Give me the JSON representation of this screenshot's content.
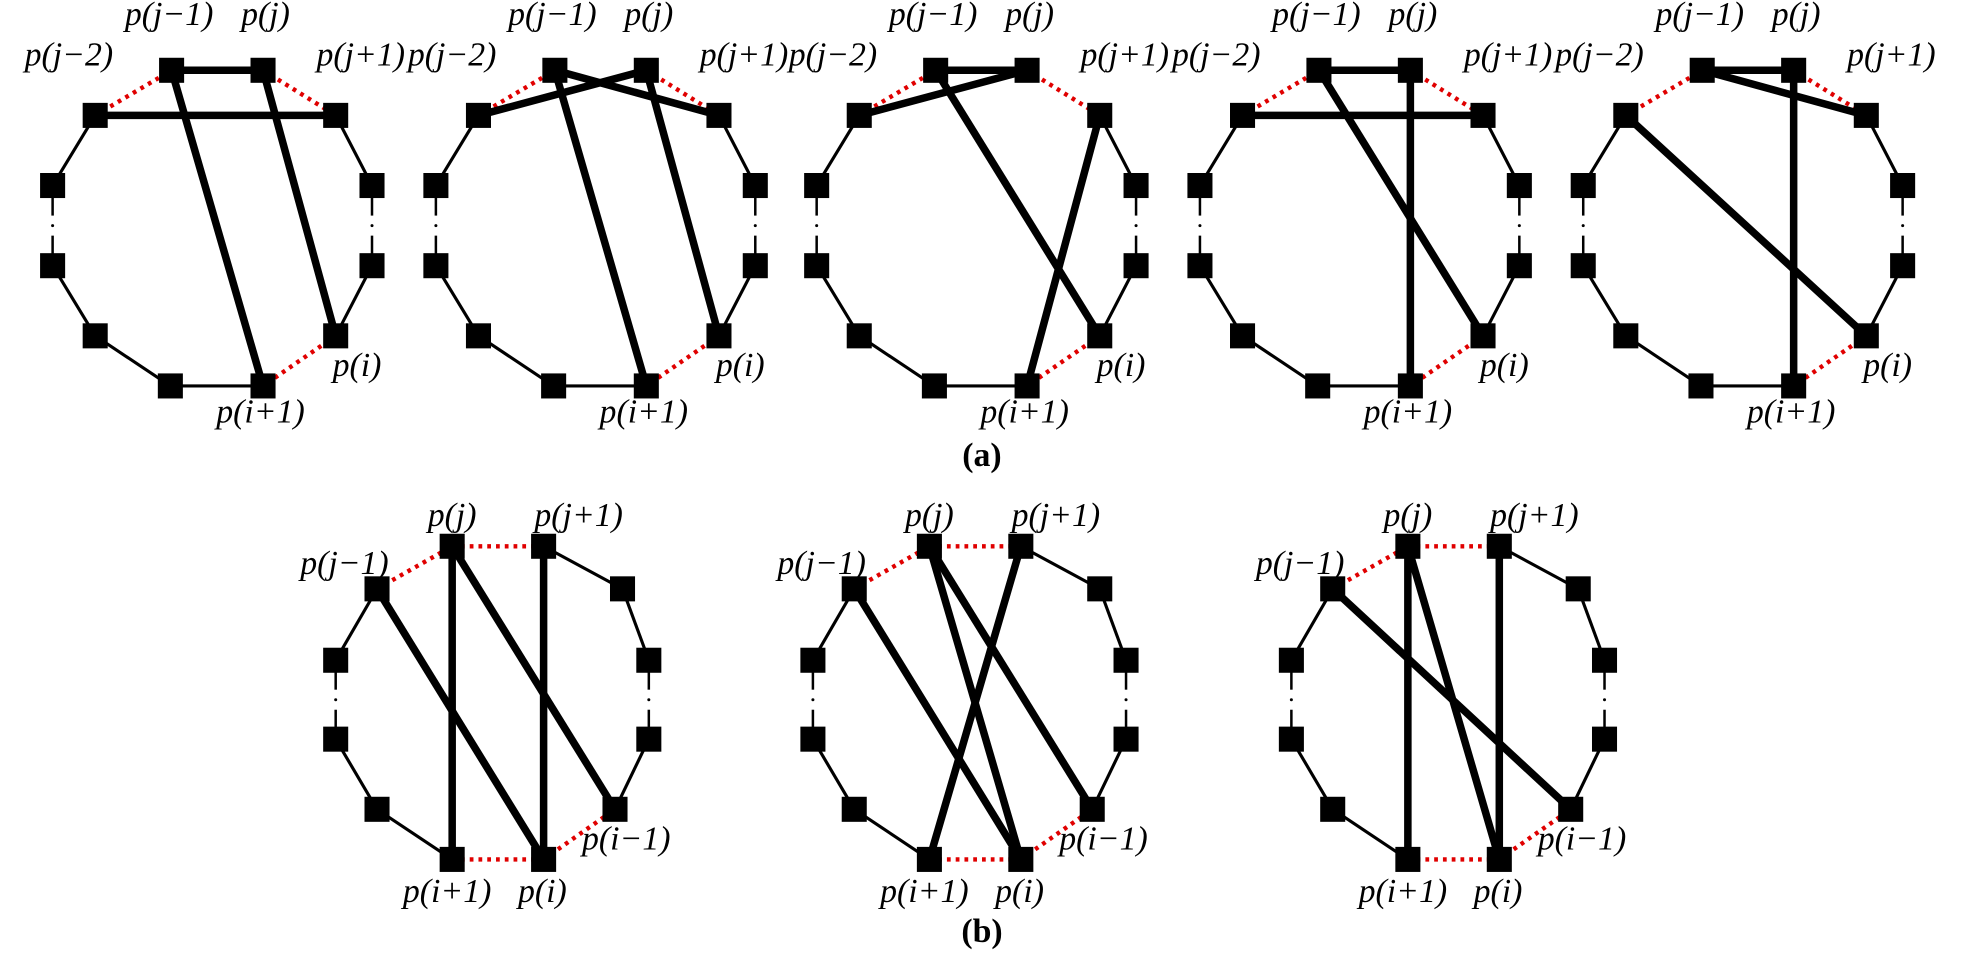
{
  "colors": {
    "edge": "#000000",
    "removed_edge": "#e00000",
    "node": "#000000"
  },
  "captions": {
    "a": "(a)",
    "b": "(b)"
  },
  "part_a": {
    "labels": {
      "jm2": "p(j−2)",
      "jm1": "p(j−1)",
      "j": "p(j)",
      "jp1": "p(j+1)",
      "i": "p(i)",
      "ip1": "p(i+1)"
    },
    "removed_edges": [
      [
        "jm2",
        "jm1"
      ],
      [
        "j",
        "jp1"
      ],
      [
        "i",
        "ip1"
      ]
    ],
    "diagrams": [
      {
        "added_edges": [
          [
            "jm1",
            "j"
          ],
          [
            "jm2",
            "jp1"
          ],
          [
            "jm1",
            "ip1"
          ],
          [
            "j",
            "i"
          ]
        ]
      },
      {
        "added_edges": [
          [
            "jm2",
            "j"
          ],
          [
            "jm1",
            "jp1"
          ],
          [
            "jm1",
            "ip1"
          ],
          [
            "j",
            "i"
          ]
        ]
      },
      {
        "added_edges": [
          [
            "jm2",
            "j"
          ],
          [
            "jm1",
            "j"
          ],
          [
            "jm1",
            "i"
          ],
          [
            "jp1",
            "ip1"
          ]
        ]
      },
      {
        "added_edges": [
          [
            "jm1",
            "j"
          ],
          [
            "jm2",
            "jp1"
          ],
          [
            "jm1",
            "i"
          ],
          [
            "j",
            "ip1"
          ]
        ]
      },
      {
        "added_edges": [
          [
            "jm1",
            "j"
          ],
          [
            "jm1",
            "jp1"
          ],
          [
            "jm2",
            "i"
          ],
          [
            "j",
            "ip1"
          ]
        ]
      }
    ]
  },
  "part_b": {
    "labels": {
      "jm1": "p(j−1)",
      "j": "p(j)",
      "jp1": "p(j+1)",
      "im1": "p(i−1)",
      "i": "p(i)",
      "ip1": "p(i+1)"
    },
    "removed_edges": [
      [
        "jm1",
        "j"
      ],
      [
        "j",
        "jp1"
      ],
      [
        "ip1",
        "i"
      ],
      [
        "i",
        "im1"
      ]
    ],
    "diagrams": [
      {
        "added_edges": [
          [
            "j",
            "ip1"
          ],
          [
            "jp1",
            "i"
          ],
          [
            "jm1",
            "i"
          ],
          [
            "j",
            "im1"
          ]
        ]
      },
      {
        "added_edges": [
          [
            "jm1",
            "i"
          ],
          [
            "j",
            "i"
          ],
          [
            "j",
            "im1"
          ],
          [
            "jp1",
            "ip1"
          ]
        ]
      },
      {
        "added_edges": [
          [
            "jm1",
            "im1"
          ],
          [
            "j",
            "ip1"
          ],
          [
            "j",
            "i"
          ],
          [
            "jp1",
            "i"
          ]
        ]
      }
    ]
  }
}
